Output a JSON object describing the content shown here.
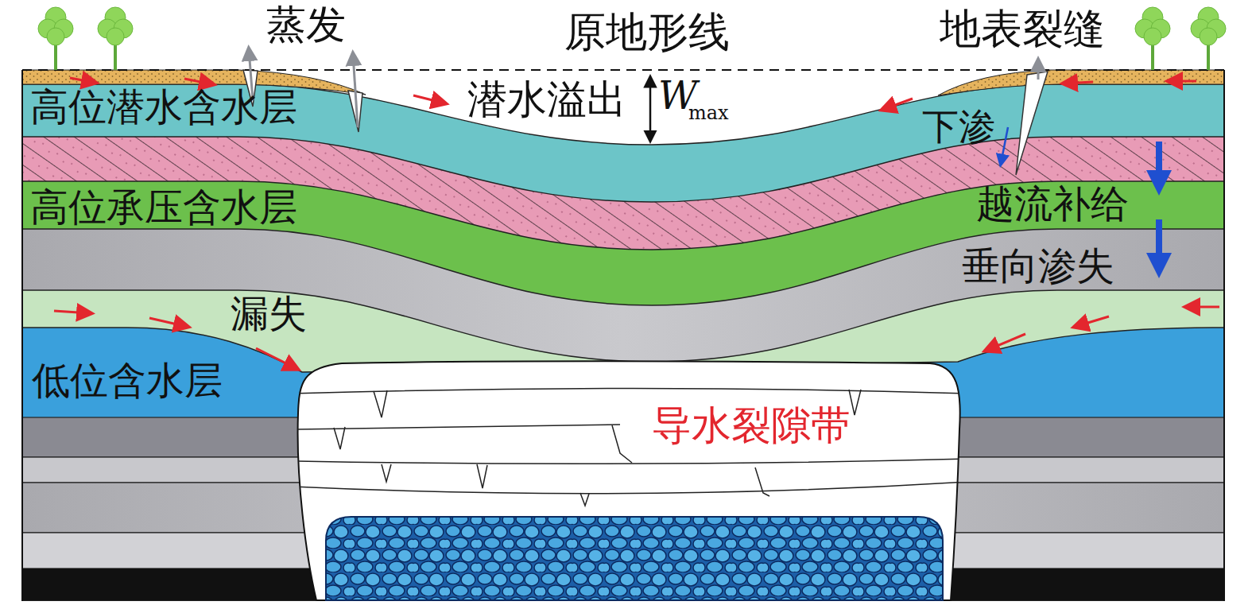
{
  "diagram": {
    "nodes": [
      {
        "text": [
          "高位潜水含水层"
        ]
      },
      {
        "text": [
          "高位承压含水层"
        ]
      },
      {
        "text": [
          "低位含水层"
        ]
      },
      {
        "text": [
          "导水裂隙带"
        ]
      }
    ],
    "labels": [
      "蒸发",
      "原地形线",
      "地表裂缝",
      "潜水溢出",
      "W",
      "max",
      "下渗",
      "越流补给",
      "垂向渗失",
      "漏失"
    ]
  }
}
